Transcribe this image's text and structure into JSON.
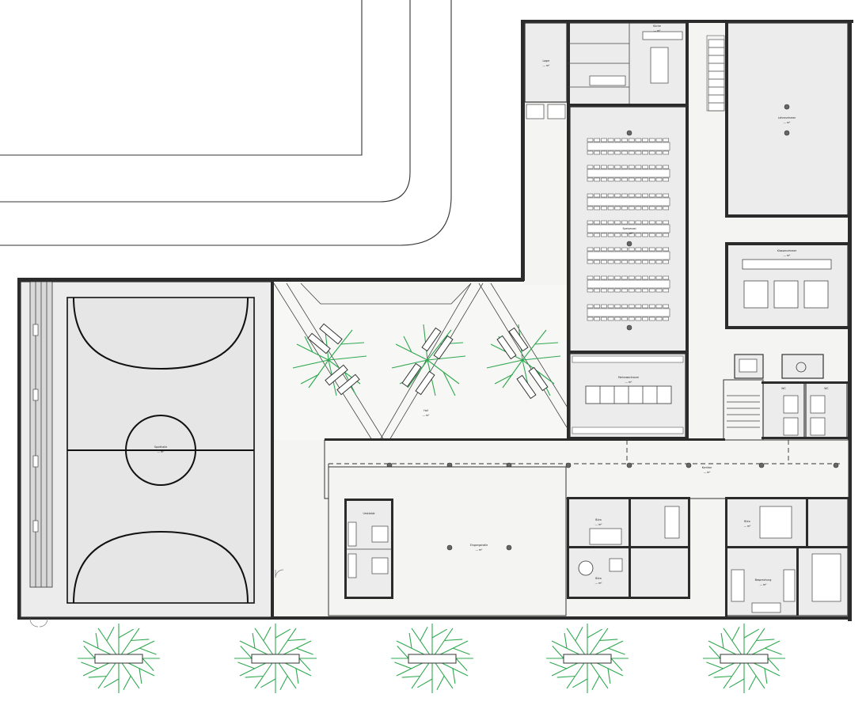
{
  "plan": {
    "rooms": [
      {
        "id": "sports_hall",
        "name": "Sporthalle",
        "area": "--- m²"
      },
      {
        "id": "courtyard",
        "name": "Hof",
        "area": "--- m²"
      },
      {
        "id": "dining_hall",
        "name": "Speisesaal",
        "area": "--- m²"
      },
      {
        "id": "multipurpose",
        "name": "Mehrzweckraum",
        "area": "--- m²"
      },
      {
        "id": "classroom",
        "name": "Klassenzimmer",
        "area": "--- m²"
      },
      {
        "id": "corridor",
        "name": "Korridor",
        "area": "--- m²"
      },
      {
        "id": "lobby",
        "name": "Eingangshalle",
        "area": "--- m²"
      },
      {
        "id": "storage",
        "name": "Lager",
        "area": "--- m²"
      },
      {
        "id": "kitchen",
        "name": "Küche",
        "area": "--- m²"
      },
      {
        "id": "office_a",
        "name": "Büro",
        "area": "--- m²"
      },
      {
        "id": "office_b",
        "name": "Büro",
        "area": "--- m²"
      },
      {
        "id": "office_c",
        "name": "Büro",
        "area": "--- m²"
      },
      {
        "id": "meeting",
        "name": "Besprechung",
        "area": "--- m²"
      },
      {
        "id": "staff",
        "name": "Lehrerzimmer",
        "area": "--- m²"
      },
      {
        "id": "wc_a",
        "name": "WC",
        "area": "--- m²"
      },
      {
        "id": "wc_b",
        "name": "WC",
        "area": "--- m²"
      },
      {
        "id": "changing",
        "name": "Umkleide",
        "area": "--- m²"
      }
    ]
  }
}
